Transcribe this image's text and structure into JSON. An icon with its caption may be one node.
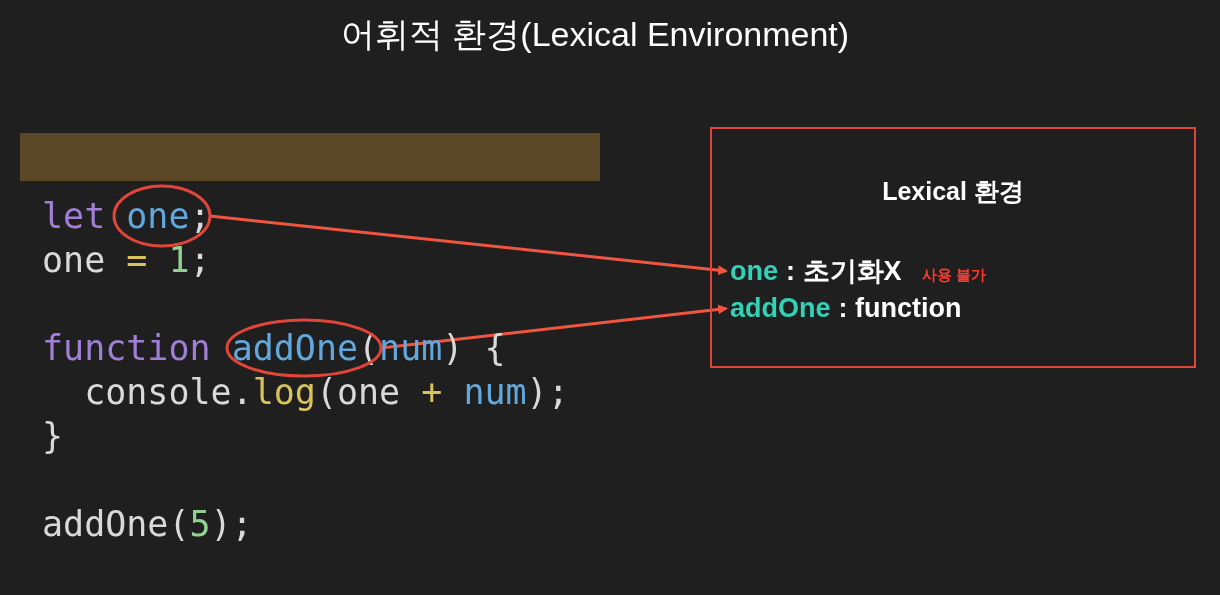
{
  "diagram": {
    "title": "어휘적 환경(Lexical Environment)",
    "nodes": [
      {
        "text": [
          "one"
        ]
      },
      {
        "text": [
          "addOne"
        ]
      },
      {
        "text": [
          "Lexical 환경"
        ]
      },
      {
        "text": [
          "one",
          ": 초기화X"
        ],
        "in": 2,
        "beside": [
          "사용 불가"
        ]
      },
      {
        "text": [
          "addOne",
          ": function"
        ],
        "in": 2
      }
    ],
    "edges": [
      {
        "from": 0,
        "to": 3,
        "arrow": "to"
      },
      {
        "from": 1,
        "to": 4,
        "arrow": "to"
      }
    ],
    "labels": [
      "let",
      ";",
      "one",
      "=",
      "1",
      ";",
      "function",
      "(",
      "num",
      ")",
      "{",
      "console.",
      "log",
      "(one",
      "+",
      "num",
      ");",
      "}",
      "addOne(",
      "5",
      ");"
    ]
  }
}
